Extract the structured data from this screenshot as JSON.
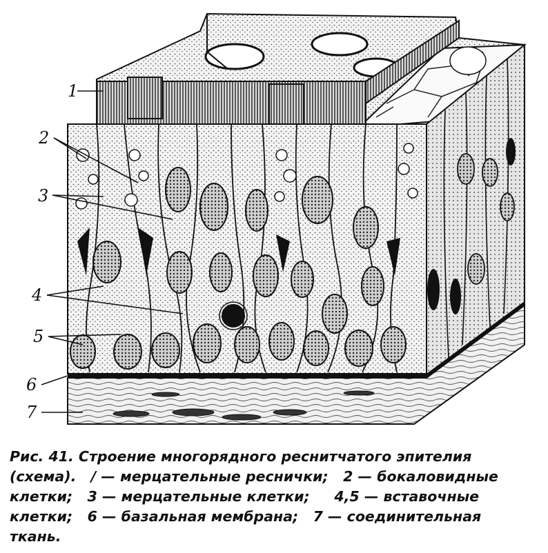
{
  "figure": {
    "labels": [
      "1",
      "2",
      "3",
      "4",
      "5",
      "6",
      "7"
    ]
  },
  "caption": {
    "line1": "Рис. 41. Строение многорядного реснитчатого эпителия",
    "line2": "(схема).   / — мерцательные реснички;   2 — бокаловидные",
    "line3": "клетки;   3 — мерцательные клетки;     4,5 — вставочные",
    "line4": "клетки;   6 — базальная мембрана;   7 — соединительная",
    "line5": "ткань."
  }
}
